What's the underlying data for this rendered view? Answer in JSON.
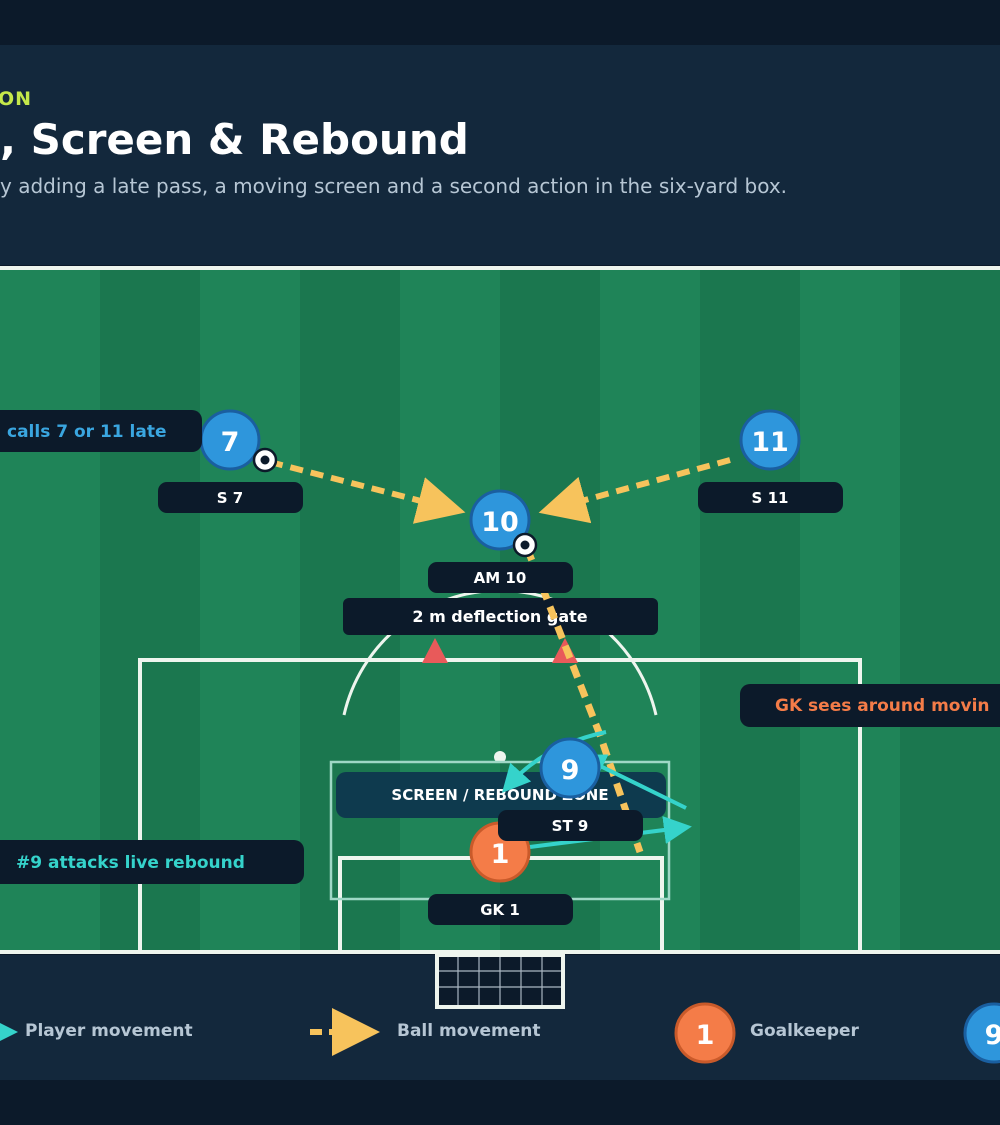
{
  "header": {
    "eyebrow": "ON",
    "title": ", Screen & Rebound",
    "subtitle": "y adding a late pass, a moving screen and a second action in the six-yard box."
  },
  "players": [
    {
      "number": "7",
      "label": "S 7"
    },
    {
      "number": "10",
      "label": "AM 10"
    },
    {
      "number": "11",
      "label": "S 11"
    },
    {
      "number": "9",
      "label": "ST 9"
    },
    {
      "number": "1",
      "label": "GK 1"
    }
  ],
  "zones": {
    "gate": "2 m deflection gate",
    "screen": "SCREEN / REBOUND ZONE"
  },
  "callouts": {
    "calls": "calls 7 or 11 late",
    "gk": "GK sees around movin",
    "rebound": "#9 attacks live rebound"
  },
  "legend": {
    "player_movement": "Player movement",
    "ball_movement": "Ball movement",
    "goalkeeper_number": "1",
    "goalkeeper": "Goalkeeper",
    "attacker_number": "9"
  },
  "colors": {
    "pitch_dark": "#1b774f",
    "pitch_light": "#1f8458",
    "attacker": "#2e96dc",
    "goalkeeper": "#f47c48",
    "ball_path": "#f7c35c",
    "player_path": "#35d3cb",
    "accent": "#c5e84a",
    "cone": "#e85a5a"
  }
}
